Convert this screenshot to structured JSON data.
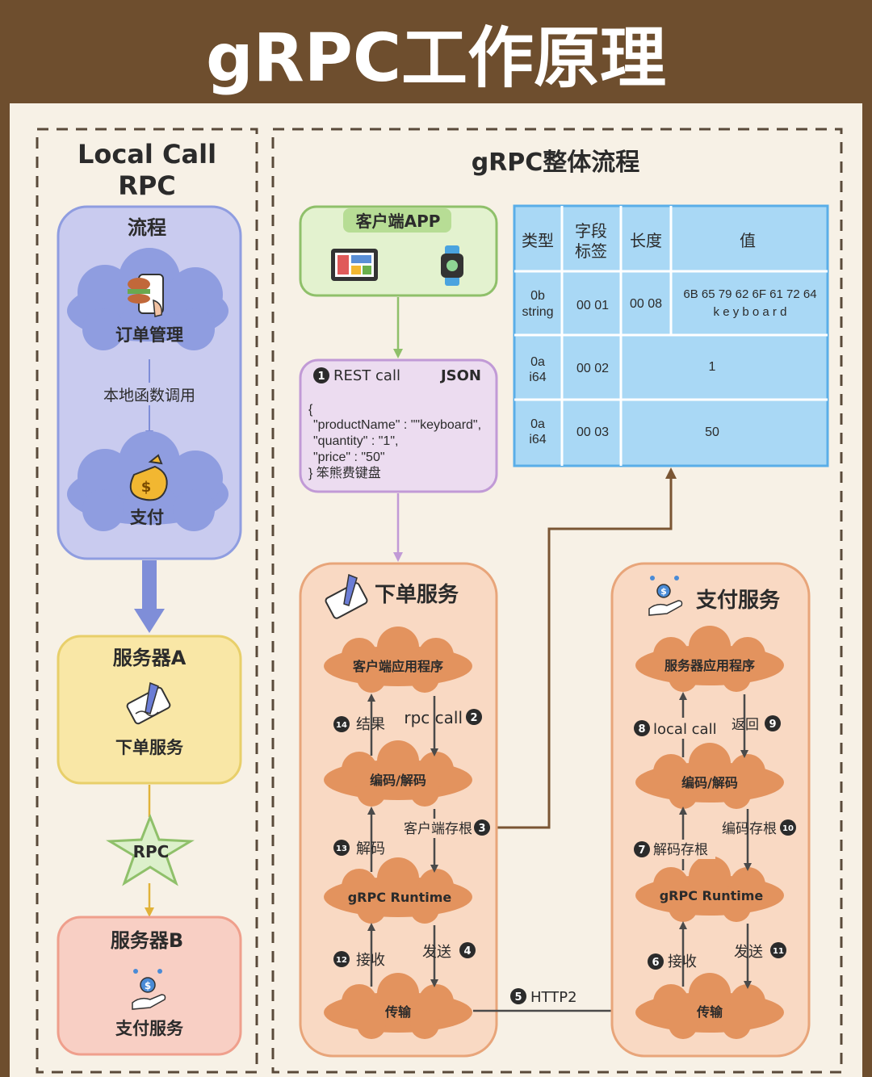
{
  "title": "gRPC工作原理",
  "left": {
    "heading_line1": "Local Call",
    "heading_line2": "RPC",
    "flow_title": "流程",
    "cloud1_label": "订单管理",
    "local_call_label": "本地函数调用",
    "cloud2_label": "支付",
    "server_a_title": "服务器A",
    "server_a_label": "下单服务",
    "rpc_star": "RPC",
    "server_b_title": "服务器B",
    "server_b_label": "支付服务"
  },
  "right": {
    "heading": "gRPC整体流程",
    "client_app": "客户端APP",
    "rest": {
      "num": "1",
      "label": "REST call",
      "format": "JSON",
      "lines": [
        "{",
        "\"productName\" : \"\"keyboard\",",
        "\"quantity\" : \"1\",",
        "\"price\" : \"50\"",
        "}     笨熊费键盘"
      ]
    },
    "table": {
      "headers": [
        "类型",
        "字段",
        "标签",
        "长度",
        "值"
      ],
      "rows": [
        {
          "type1": "0b",
          "type2": "string",
          "tag": "00  01",
          "len": "00  08",
          "val1": "6B 65 79 62 6F 61 72 64",
          "val2": "k   e   y   b   o   a   r   d"
        },
        {
          "type1": "0a",
          "type2": "i64",
          "tag": "00  02",
          "val": "1"
        },
        {
          "type1": "0a",
          "type2": "i64",
          "tag": "00  03",
          "val": "50"
        }
      ]
    },
    "order_service": {
      "title": "下单服务",
      "app": "客户端应用程序",
      "codec": "编码/解码",
      "runtime": "gRPC Runtime",
      "transport": "传输",
      "steps": {
        "s14_num": "14",
        "s14": "结果",
        "s2": "rpc call",
        "s2_num": "2",
        "s3": "客户端存根",
        "s3_num": "3",
        "s13_num": "13",
        "s13": "解码",
        "s12_num": "12",
        "s12": "接收",
        "s4": "发送",
        "s4_num": "4"
      }
    },
    "http2_num": "5",
    "http2": "HTTP2",
    "pay_service": {
      "title": "支付服务",
      "app": "服务器应用程序",
      "codec": "编码/解码",
      "runtime": "gRPC Runtime",
      "transport": "传输",
      "steps": {
        "s8_num": "8",
        "s8": "local call",
        "s9": "返回",
        "s9_num": "9",
        "s10": "编码存根",
        "s10_num": "10",
        "s7_num": "7",
        "s7": "解码存根",
        "s6_num": "6",
        "s6": "接收",
        "s11": "发送",
        "s11_num": "11"
      }
    }
  },
  "colors": {
    "brown": "#6e4e2e",
    "cream": "#f7f1e6",
    "lavender": "#c9cbef",
    "cloud_blue": "#8f9de0",
    "yellow_box": "#f9e7a6",
    "pink_box": "#f8cfc4",
    "green_box": "#e3f2cf",
    "purple_box": "#ecdcf0",
    "table_blue": "#a9d8f5",
    "orange_box": "#f9d9c3",
    "orange_cloud": "#e3935e"
  }
}
